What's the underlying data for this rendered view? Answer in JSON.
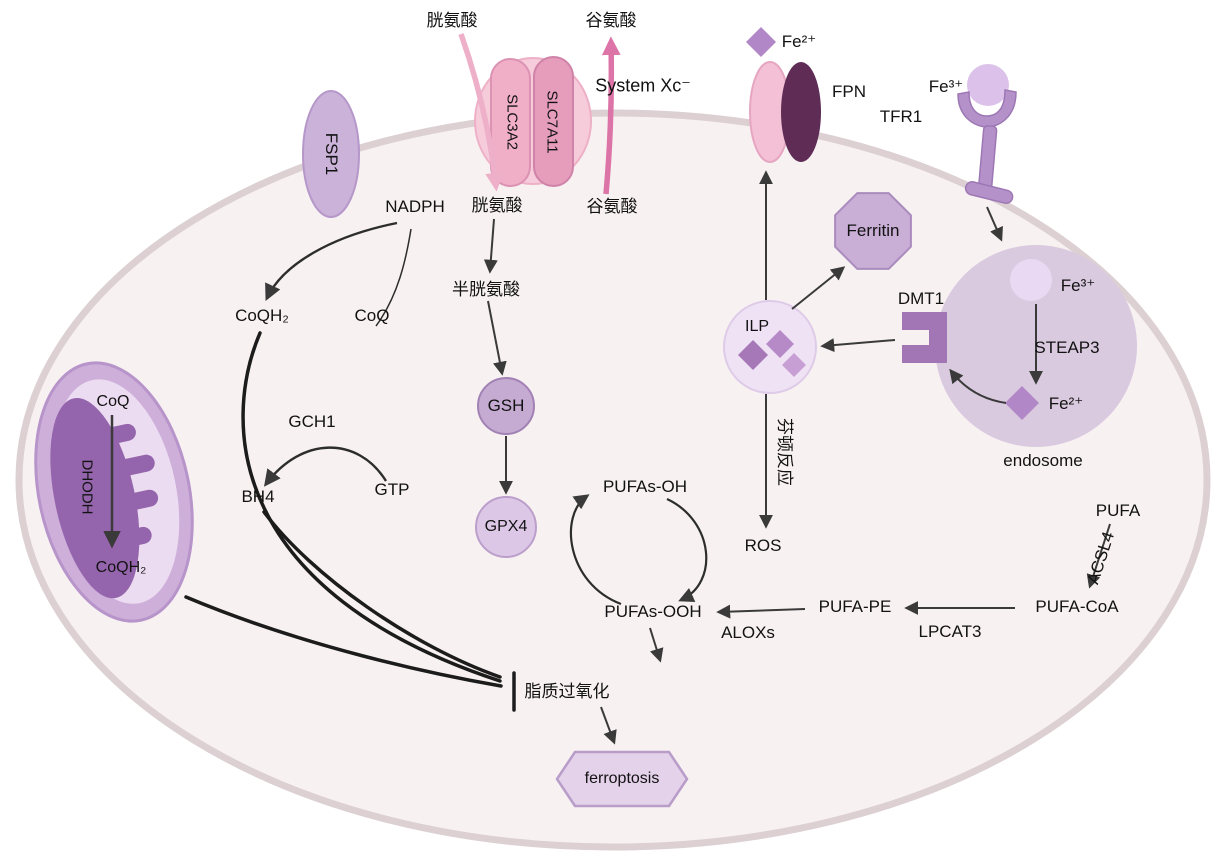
{
  "figure": {
    "type": "pathway-diagram",
    "topic": "ferroptosis regulation"
  },
  "colors": {
    "cell_fill": "#f8f1f2",
    "membrane": "#dcd0d3",
    "purple_light": "#cbb2d9",
    "purple_mid": "#a276b5",
    "purple_dark": "#5e2c55",
    "pink_transporter": "#f0aec7",
    "pink_arrow": "#dd74a7",
    "iron_diamond": "#b287c7",
    "arrow": "#3a3a3a"
  },
  "system_xc": {
    "cystine_out": "胱氨酸",
    "glutamate_out": "谷氨酸",
    "slc3a2": "SLC3A2",
    "slc7a11": "SLC7A11",
    "label": "System Xc⁻",
    "cystine_in": "胱氨酸",
    "glutamate_in": "谷氨酸"
  },
  "gsh_axis": {
    "cysteine": "半胱氨酸",
    "gsh": "GSH",
    "gpx4": "GPX4"
  },
  "fsp1_axis": {
    "fsp1": "FSP1",
    "nadph": "NADPH",
    "coqh2": "CoQH₂",
    "coq": "CoQ"
  },
  "bh4_axis": {
    "gch1": "GCH1",
    "bh4": "BH4",
    "gtp": "GTP"
  },
  "mitochondria": {
    "coq": "CoQ",
    "dhodh": "DHODH",
    "coqh2": "CoQH₂"
  },
  "iron_axis": {
    "fe2_export": "Fe²⁺",
    "fpn": "FPN",
    "tfr1": "TFR1",
    "fe3_extracellular": "Fe³⁺",
    "ferritin": "Ferritin",
    "ilp": "ILP",
    "dmt1": "DMT1",
    "fe3_endosome": "Fe³⁺",
    "steap3": "STEAP3",
    "fe2_endosome": "Fe²⁺",
    "endosome": "endosome",
    "fenton_reaction": "芬顿反应",
    "ros": "ROS"
  },
  "lipid_axis": {
    "pufa": "PUFA",
    "acsl4": "ACSL4",
    "pufa_coa": "PUFA-CoA",
    "lpcat3": "LPCAT3",
    "pufa_pe": "PUFA-PE",
    "aloxs": "ALOXs",
    "pufas_ooh": "PUFAs-OOH",
    "pufas_oh": "PUFAs-OH"
  },
  "outcome": {
    "lipid_peroxidation": "脂质过氧化",
    "ferroptosis": "ferroptosis"
  }
}
